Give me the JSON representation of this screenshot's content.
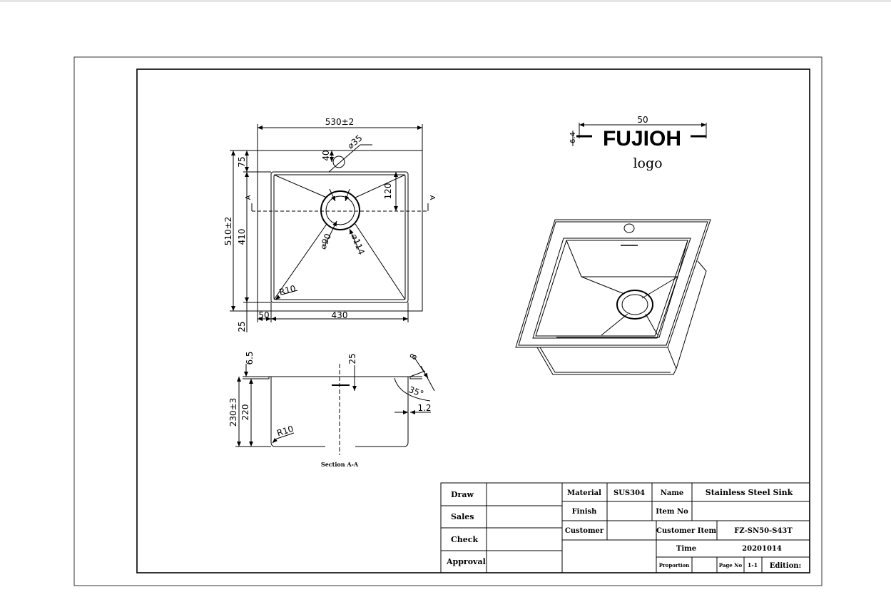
{
  "plan_view": {
    "width_total": "530±2",
    "depth_total": "510±2",
    "hole_dia": "⌀35",
    "hole_offset": "40",
    "top_margin": "75",
    "bowl_depth_dim": "410",
    "drain_offset": "120",
    "drain_inner": "⌀90",
    "drain_outer": "⌀114",
    "corner_radius": "R10",
    "side_margin": "50",
    "bowl_width": "430",
    "bottom_margin": "25",
    "section_marker": "A"
  },
  "section_view": {
    "rim_height": "6.5",
    "drain_dim": "25",
    "flange_dim": "8",
    "angle": "35°",
    "thickness": "1.2",
    "total_height": "230±3",
    "bowl_height": "220",
    "corner_radius": "R10",
    "caption": "Section A-A"
  },
  "logo": {
    "width_dim": "50",
    "height_dim": "6.4",
    "brand": "FUJIOH",
    "caption": "logo"
  },
  "title_block": {
    "draw": "Draw",
    "sales": "Sales",
    "check": "Check",
    "approval": "Approval",
    "material_label": "Material",
    "material_value": "SUS304",
    "name_label": "Name",
    "name_value": "Stainless Steel Sink",
    "finish_label": "Finish",
    "item_no_label": "Item No",
    "customer_label": "Customer",
    "customer_item_label": "Customer Item",
    "customer_item_value": "FZ-SN50-S43T",
    "time_label": "Time",
    "time_value": "20201014",
    "proportion_label": "Proportion",
    "page_no_label": "Page No",
    "page_no_value": "1-1",
    "edition_label": "Edition:"
  }
}
